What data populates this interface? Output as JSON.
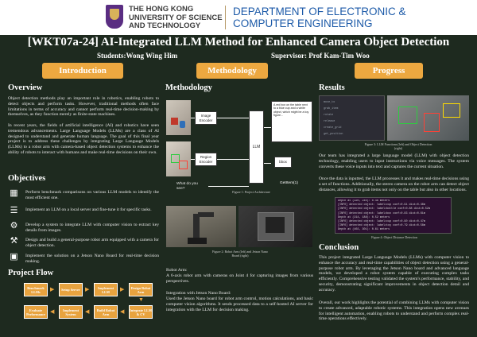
{
  "header": {
    "university_line1": "THE HONG KONG",
    "university_line2": "UNIVERSITY OF SCIENCE",
    "university_line3": "AND TECHNOLOGY",
    "department_line1": "DEPARTMENT OF ELECTRONIC &",
    "department_line2": "COMPUTER ENGINEERING"
  },
  "title": "[WKT07a-24] AI-Integrated LLM Method for Enhanced Camera Object Detection",
  "students": "Students:Wong Wing Him",
  "supervisor": "Supervisor: Prof Kam-Tim Woo",
  "tabs": {
    "introduction": "Introduction",
    "methodology": "Methodology",
    "progress": "Progress"
  },
  "overview": {
    "heading": "Overview",
    "p1": "Object detection methods play an important role in robotics, enabling robots to detect objects and perform tasks. However, traditional methods often face limitations in terms of accuracy and cannot perform real-time decision-making by themselves, as they function merely as finite-state machines.",
    "p2": "In recent years, the fields of artificial intelligence (AI) and robotics have seen tremendous advancements. Large Language Models (LLMs) are a class of AI designed to understand and generate human language. The goal of this final year project is to address these challenges by integrating Large Language Models (LLMs) to a robot arm with camera-based object detection systems to enhance the ability of robots to interact with humans and make real-time decisions on their own."
  },
  "objectives": {
    "heading": "Objectives",
    "items": [
      "Perform benchmark comparisons on various LLM models to identify the most efficient one.",
      "Implement an LLM on a local server and fine-tune it for specific tasks.",
      "Develop a system to integrate LLM with computer vision to extract key details from images.",
      "Design and build a general-purpose robot arm equipped with a camera for object detection.",
      "Implement the solution on a Jetson Nano Board for real-time decision making."
    ]
  },
  "project_flow": {
    "heading": "Project Flow",
    "row1": [
      "Benchmark LLMs",
      "Setup Server",
      "Implement LLM",
      "Design Robot Arm"
    ],
    "row2": [
      "Evaluate Performance",
      "Implement System",
      "Build Robot Arm",
      "Integrate LLM & CV"
    ]
  },
  "methodology": {
    "heading": "Methodology",
    "image_encoder": "Image Encoder",
    "region_encoder": "Region Encoder",
    "llm": "LLM",
    "question": "What do you see?",
    "output_text": "A red box on the table next to a blue cup and a white object, which might be a toy figure...",
    "bbox_label": "bbox",
    "bbox_output": "GetItem(1)",
    "fig1_caption": "Figure 1: Project Architecture",
    "fig2_caption": "Figure 2: Robot Arm (left) and Jetson Nano Board (right)",
    "robot_arm_label": "Robot Arm:",
    "robot_arm_text": "A 6-axis robot arm with cameras on Joint 4 for capturing images from various perspectives.",
    "jetson_label": "Integration with Jetson Nano Board:",
    "jetson_text": "Used the Jetson Nano board for robot arm control, motion calculations, and basic computer vision algorithms. It sends processed data to a self-hosted AI server for integration with the LLM for decision making."
  },
  "results": {
    "heading": "Results",
    "menu_items": [
      "move_to",
      "grab_item",
      "rotate",
      "release",
      "create_grid",
      "get_position"
    ],
    "fig3_caption": "Figure 3: LLM Functions (left) and Object Detection (right)",
    "p1": "Our team has integrated a large language model (LLM) with object detection technology, enabling users to input instructions via voice messages. The system converts these voice inputs into text and captures the current situation.",
    "p2": "Once the data is inputted, the LLM processes it and makes real-time decisions using a set of functions. Additionally, the stereo camera on the robot arm can detect object distances, allowing it to grab items not only on the table but also in other locations.",
    "log_lines": [
      "Depth at (320, 240): 0.46 meters",
      "[INFO] detected object: label=cup conf=0.91 dist=0.46m",
      "[INFO] detected object: label=bottle conf=0.88 dist=0.52m",
      "[INFO] detected object: label=box conf=0.83 dist=0.61m",
      "Depth at (214, 188): 0.52 meters",
      "[INFO] detected object: label=cup conf=0.90 dist=0.47m",
      "[INFO] detected object: label=toy conf=0.79 dist=0.58m",
      "Depth at (402, 301): 0.61 meters"
    ],
    "fig4_caption": "Figure 4: Object Distance Detection"
  },
  "conclusion": {
    "heading": "Conclusion",
    "p1": "This project integrated Large Language Models (LLMs) with computer vision to enhance the accuracy and real-time capabilities of object detection using a general-purpose robot arm. By leveraging the Jetson Nano board and advanced language models, we developed a robot system capable of executing complex tasks efficiently. Comprehensive testing validated the system's performance, stability, and security, demonstrating significant improvements in object detection detail and accuracy.",
    "p2": "Overall, our work highlights the potential of combining LLMs with computer vision to create advanced, adaptable robotic systems. This integration opens new avenues for intelligent automation, enabling robots to understand and perform complex real-time operations effectively."
  },
  "colors": {
    "background": "#1e2a1f",
    "accent": "#eda840",
    "header_blue": "#1c5aa8",
    "logo_purple": "#5a2d82"
  }
}
